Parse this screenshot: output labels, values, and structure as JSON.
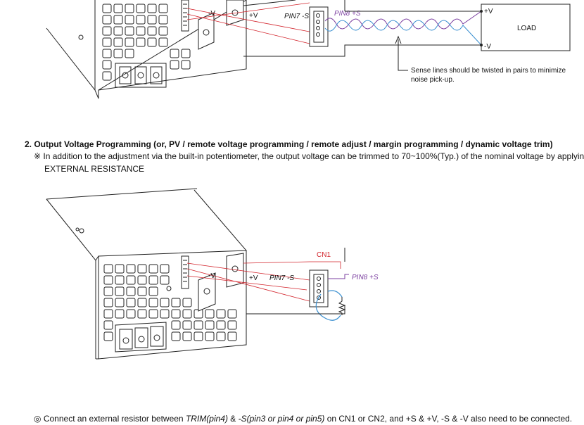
{
  "top_diagram": {
    "pin7_label": "PIN7 -S",
    "pin8_label": "PIN8 +S",
    "plus_v": "+V",
    "minus_v": "-V",
    "load_label": "LOAD",
    "load_plus": "+V",
    "load_minus": "-V",
    "sense_note_line1": "Sense lines should be twisted in pairs to minimize",
    "sense_note_line2": "noise pick-up."
  },
  "section2": {
    "heading": "2. Output Voltage Programming (or, PV / remote voltage programming / remote adjust / margin programming / dynamic voltage trim)",
    "note_symbol": "※",
    "note_line1": "In addition to the adjustment via the built-in potentiometer, the output voltage can be trimmed to 70~100%(Typ.) of the nominal voltage by applying",
    "note_line2": "EXTERNAL RESISTANCE"
  },
  "bottom_diagram": {
    "cn1_label": "CN1",
    "pin7_label": "PIN7 -S",
    "pin8_label": "PIN8 +S",
    "plus_v": "+V",
    "minus_v": "-V"
  },
  "footer": {
    "symbol": "◎",
    "text_a": "Connect an external resistor between ",
    "text_b": "TRIM(pin4)",
    "text_c": " & ",
    "text_d": "-S(pin3 or pin4 or pin5)",
    "text_e": " on CN1 or CN2, and +S & +V, -S & -V also need to be connected."
  },
  "colors": {
    "red_wire": "#d2222a",
    "purple_wire": "#7b3fa0",
    "blue_wire": "#3a8fd0"
  }
}
